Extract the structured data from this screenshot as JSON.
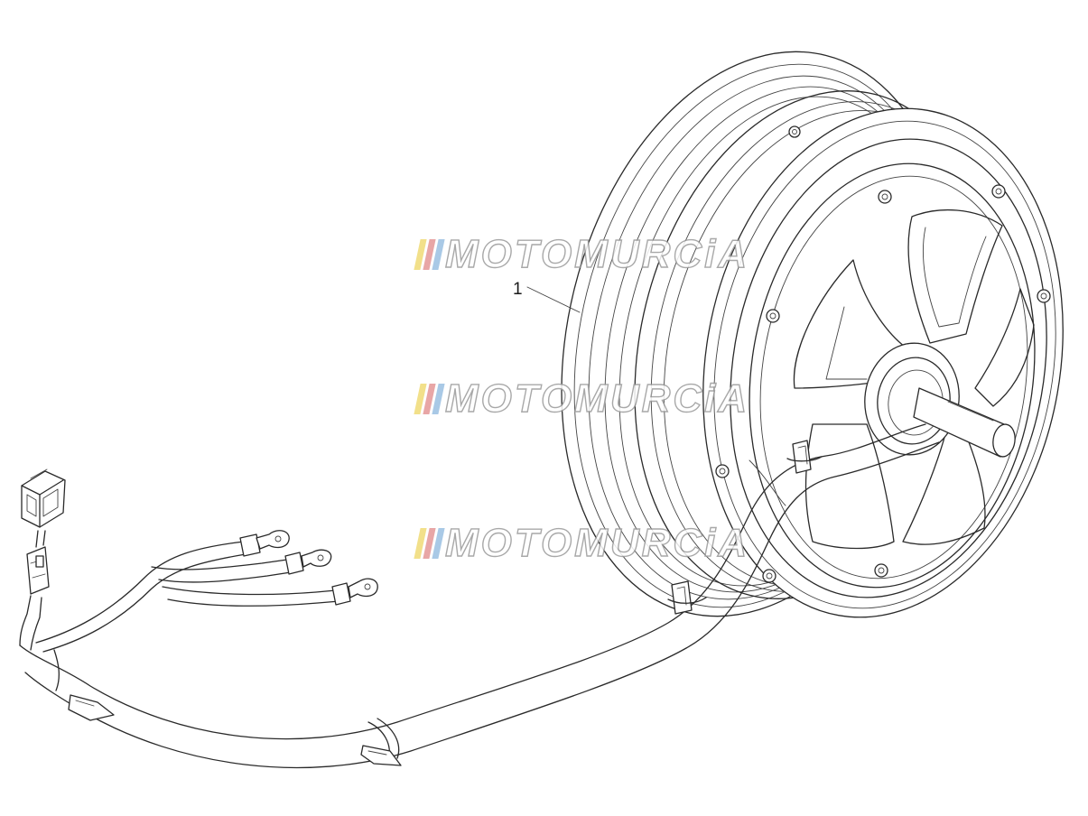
{
  "callouts": [
    {
      "number": "1",
      "part": "wheel"
    }
  ],
  "watermark": {
    "text": "MOTOMURCiA",
    "bar_colors": [
      "#f2e08a",
      "#e8a6a6",
      "#a9c9e6"
    ],
    "text_stroke": "#9a9a9a",
    "repeats": 3
  },
  "colors": {
    "line": "#2a2a2a",
    "background": "#ffffff"
  }
}
